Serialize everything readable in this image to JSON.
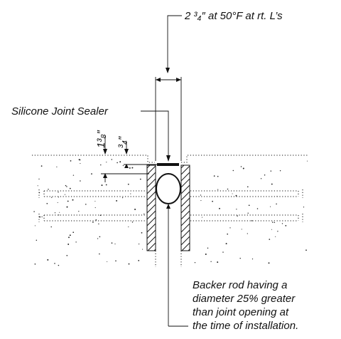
{
  "dimensions": {
    "joint_width": "2 ³₄″ at 50°F at rt. L’s",
    "sealer_depth": "1³₈″",
    "recess": "³₄″"
  },
  "labels": {
    "sealer": "Silicone Joint Sealer",
    "backer_line1": "Backer rod having a",
    "backer_line2": "diameter 25% greater",
    "backer_line3": "than joint opening at",
    "backer_line4": "the time of installation."
  }
}
